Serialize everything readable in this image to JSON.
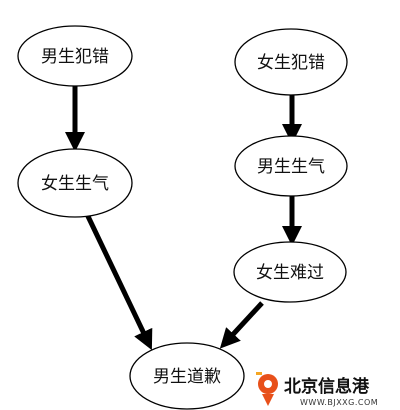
{
  "diagram": {
    "nodes": {
      "boy_mistake": "男生犯错",
      "girl_mistake": "女生犯错",
      "girl_angry": "女生生气",
      "boy_angry": "男生生气",
      "girl_sad": "女生难过",
      "boy_apology": "男生道歉"
    },
    "edges": [
      {
        "from": "boy_mistake",
        "to": "girl_angry"
      },
      {
        "from": "girl_angry",
        "to": "boy_apology"
      },
      {
        "from": "girl_mistake",
        "to": "boy_angry"
      },
      {
        "from": "boy_angry",
        "to": "girl_sad"
      },
      {
        "from": "girl_sad",
        "to": "boy_apology"
      }
    ]
  },
  "watermark": {
    "name": "北京信息港",
    "url": "WWW.BJXXG.COM"
  },
  "colors": {
    "line": "#000000",
    "watermark_accent": "#e8501a"
  }
}
